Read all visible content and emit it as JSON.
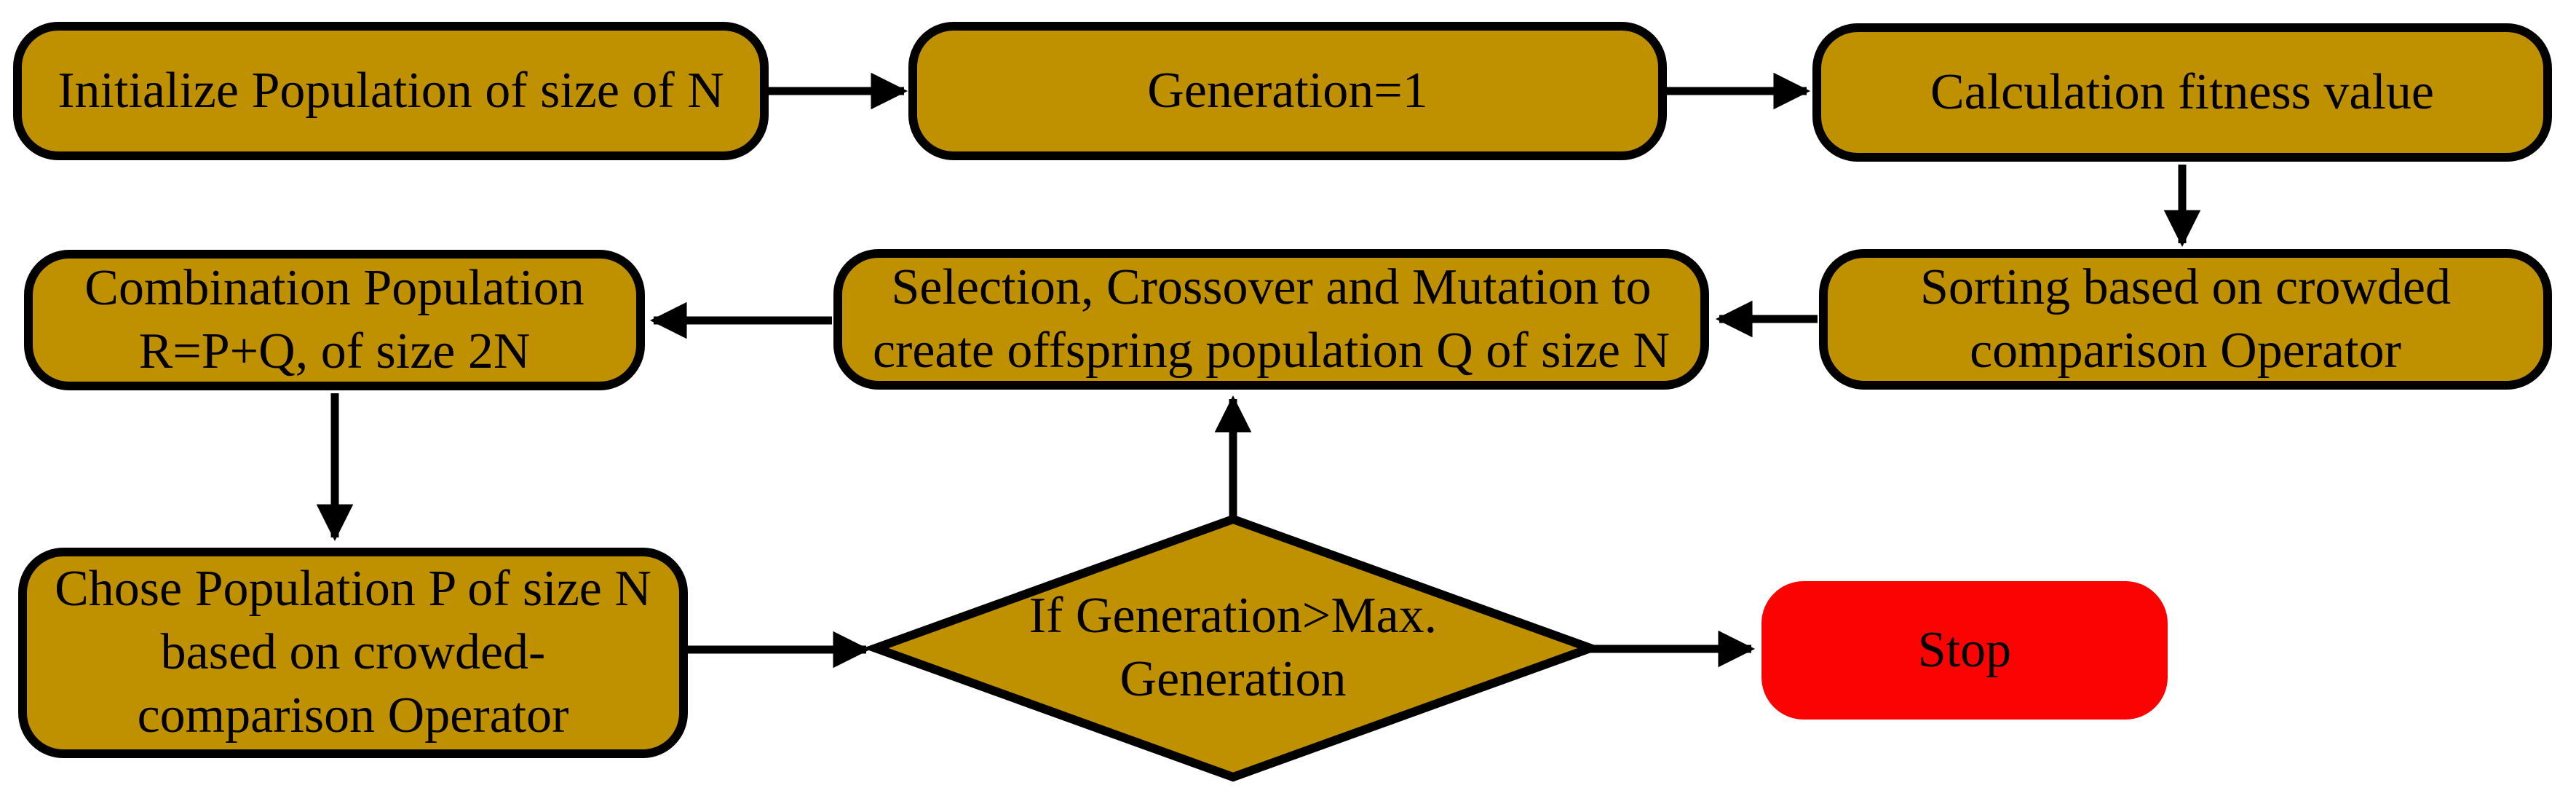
{
  "colors": {
    "background": "#ffffff",
    "node_fill": "#BF9000",
    "line_color": "#000000",
    "stop_fill": "#FB0303",
    "text_color": "#000000"
  },
  "nodes": {
    "init": {
      "lines": [
        "Initialize Population of size of N"
      ]
    },
    "generation": {
      "lines": [
        "Generation=1"
      ]
    },
    "fitness": {
      "lines": [
        "Calculation fitness value"
      ]
    },
    "sorting": {
      "lines": [
        "Sorting based on crowded",
        "comparison Operator"
      ]
    },
    "selection": {
      "lines": [
        "Selection, Crossover and Mutation to",
        "create offspring population Q of size N"
      ]
    },
    "combination": {
      "lines": [
        "Combination Population",
        "R=P+Q, of size 2N"
      ]
    },
    "chose": {
      "lines": [
        "Chose Population P of size N",
        "based on crowded-",
        "comparison Operator"
      ]
    },
    "decision": {
      "lines": [
        "If Generation>Max.",
        "Generation"
      ]
    },
    "stop": {
      "lines": [
        "Stop"
      ]
    }
  },
  "edges": [
    {
      "from": "init",
      "to": "generation"
    },
    {
      "from": "generation",
      "to": "fitness"
    },
    {
      "from": "fitness",
      "to": "sorting"
    },
    {
      "from": "sorting",
      "to": "selection"
    },
    {
      "from": "selection",
      "to": "combination"
    },
    {
      "from": "combination",
      "to": "chose"
    },
    {
      "from": "chose",
      "to": "decision"
    },
    {
      "from": "decision",
      "to": "selection"
    },
    {
      "from": "decision",
      "to": "stop"
    }
  ]
}
